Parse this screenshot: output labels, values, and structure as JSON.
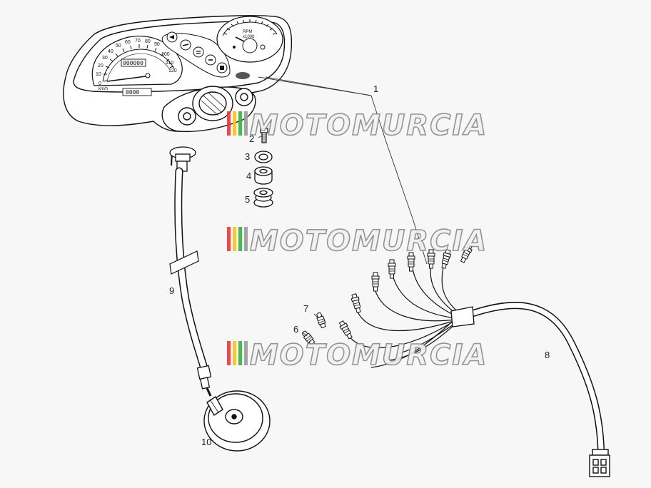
{
  "watermark": {
    "text": "MOTOMURCIA",
    "colors": [
      "#e23b3b",
      "#f2c230",
      "#3fae49"
    ]
  },
  "callouts": [
    {
      "id": "1",
      "label": "1"
    },
    {
      "id": "2",
      "label": "2"
    },
    {
      "id": "3",
      "label": "3"
    },
    {
      "id": "4",
      "label": "4"
    },
    {
      "id": "5",
      "label": "5"
    },
    {
      "id": "6",
      "label": "6"
    },
    {
      "id": "7",
      "label": "7"
    },
    {
      "id": "8",
      "label": "8"
    },
    {
      "id": "9",
      "label": "9"
    },
    {
      "id": "10",
      "label": "10"
    }
  ],
  "speedometer": {
    "scale": [
      "0",
      "10",
      "20",
      "30",
      "40",
      "50",
      "60",
      "70",
      "80",
      "90",
      "100",
      "110",
      "120"
    ],
    "unit": "km/h",
    "odometer": "000000",
    "trip": "0000"
  },
  "tachometer": {
    "unit_line1": "RPM",
    "unit_line2": "x1000"
  }
}
